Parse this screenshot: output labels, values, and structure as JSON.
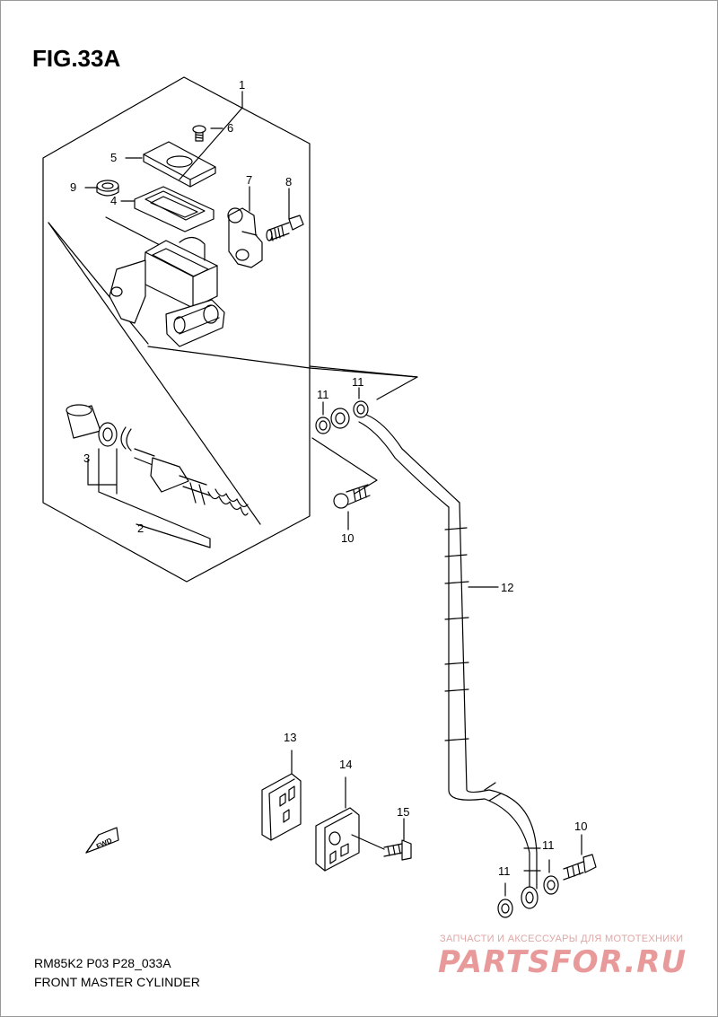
{
  "figure": {
    "title": "FIG.33A"
  },
  "footer": {
    "code": "RM85K2 P03 P28_033A",
    "caption": "FRONT MASTER CYLINDER"
  },
  "watermark": {
    "tagline": "ЗАПЧАСТИ И АКСЕССУАРЫ ДЛЯ МОТОТЕХНИКИ",
    "logo": "PARTSFOR.RU"
  },
  "direction": {
    "label": "FWD"
  },
  "callouts": [
    {
      "id": "c1",
      "text": "1"
    },
    {
      "id": "c2",
      "text": "2"
    },
    {
      "id": "c3",
      "text": "3"
    },
    {
      "id": "c4",
      "text": "4"
    },
    {
      "id": "c5",
      "text": "5"
    },
    {
      "id": "c6",
      "text": "6"
    },
    {
      "id": "c7",
      "text": "7"
    },
    {
      "id": "c8",
      "text": "8"
    },
    {
      "id": "c9",
      "text": "9"
    },
    {
      "id": "c10a",
      "text": "10"
    },
    {
      "id": "c10b",
      "text": "10"
    },
    {
      "id": "c11a",
      "text": "11"
    },
    {
      "id": "c11b",
      "text": "11"
    },
    {
      "id": "c11c",
      "text": "11"
    },
    {
      "id": "c11d",
      "text": "11"
    },
    {
      "id": "c12",
      "text": "12"
    },
    {
      "id": "c13",
      "text": "13"
    },
    {
      "id": "c14",
      "text": "14"
    },
    {
      "id": "c15",
      "text": "15"
    }
  ]
}
